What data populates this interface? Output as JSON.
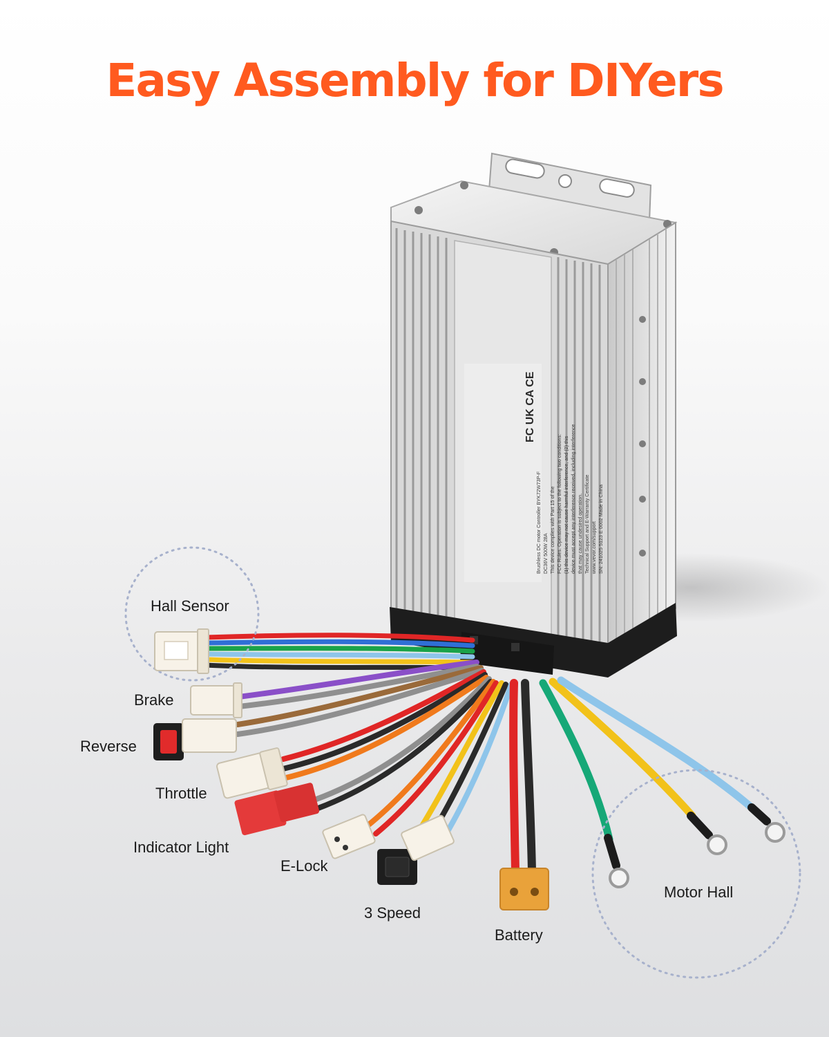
{
  "headline": "Easy Assembly for DIYers",
  "label_plate": {
    "lines": [
      "Brushless DC motor Controller     BYK72W73P-F",
      "DC36V  500W  28A",
      "This device complies with Part 15 of the",
      "FCC Rules. Operation is subject to the following two conditions:",
      "(1) this device may not cause harmful interference, and (2) this",
      "device must accept any interference received, including interference",
      "that may cause undesired operation.",
      "Technical Support and E-Warranty Certificate",
      "www.vevor.com/support",
      "SN: 241025  5123  E  0002     Made in China"
    ],
    "marks": "FC UK CA CE"
  },
  "connectors": {
    "hall_sensor": "Hall Sensor",
    "brake": "Brake",
    "reverse": "Reverse",
    "throttle": "Throttle",
    "indicator_light": "Indicator Light",
    "e_lock": "E-Lock",
    "three_speed": "3 Speed",
    "battery": "Battery",
    "motor_hall": "Motor Hall"
  },
  "colors": {
    "accent": "#ff5a1f",
    "wire_red": "#e02626",
    "wire_blue": "#2f6fd6",
    "wire_green": "#1aa34a",
    "wire_yellow": "#f2c21a",
    "wire_purple": "#8a4fc8",
    "wire_gray": "#8f8f8f",
    "wire_brown": "#9a6a3a",
    "wire_orange": "#f07a1c",
    "wire_black": "#2a2a2a",
    "wire_lightblue": "#8ec5ea",
    "wire_teal": "#16a877"
  }
}
